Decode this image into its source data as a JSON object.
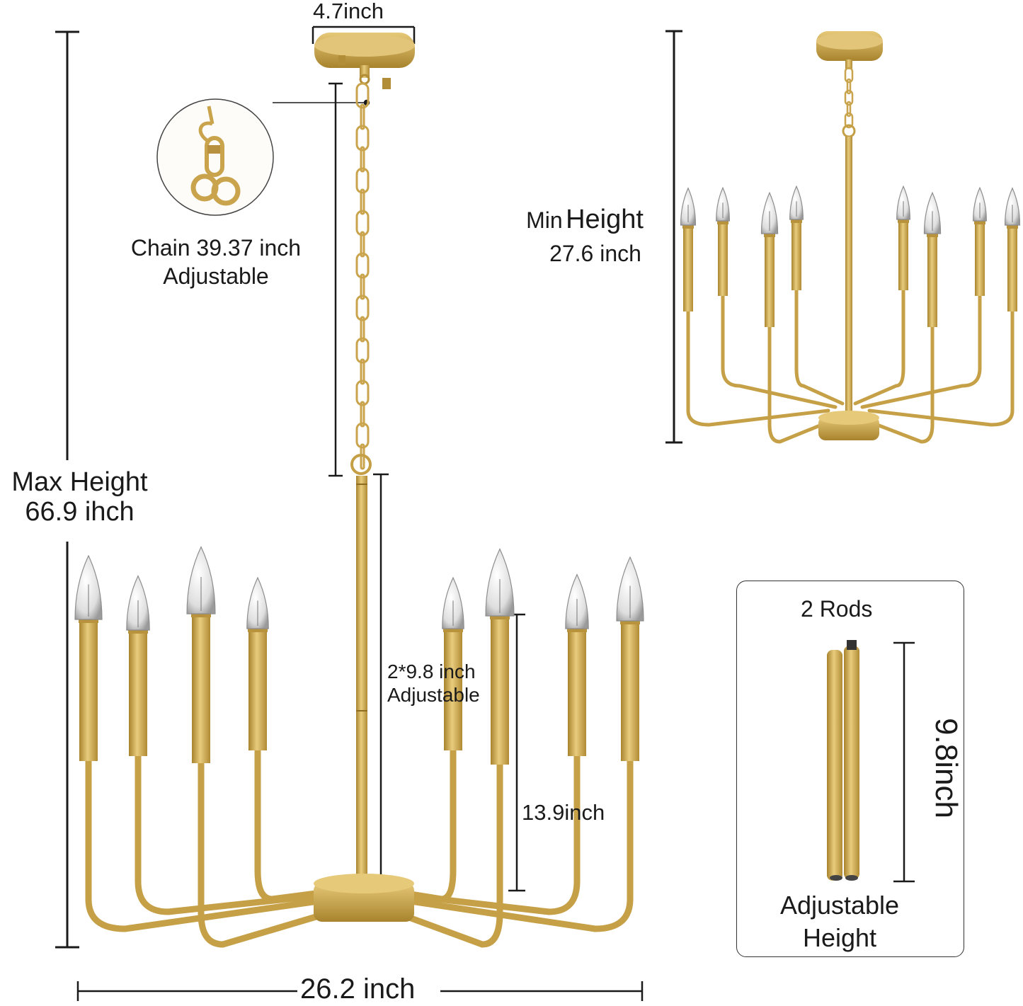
{
  "labels": {
    "canopy_width": "4.7inch",
    "chain_line1": "Chain 39.37 inch",
    "chain_line2": "Adjustable",
    "max_height_line1": "Max Height",
    "max_height_line2": "66.9 ihch",
    "min_prefix": "Min",
    "min_height_word": "Height",
    "min_height_value": "27.6 inch",
    "rod_length_line1": "2*9.8 inch",
    "rod_length_line2": "Adjustable",
    "arm_height": "13.9inch",
    "width": "26.2 inch",
    "rods_title": "2 Rods",
    "rod_size": "9.8inch",
    "rods_caption_line1": "Adjustable",
    "rods_caption_line2": "Height"
  },
  "colors": {
    "gold": "#d2ad52",
    "gold_dark": "#a8832d",
    "gold_light": "#ecd492",
    "line": "#1a1a1a"
  }
}
